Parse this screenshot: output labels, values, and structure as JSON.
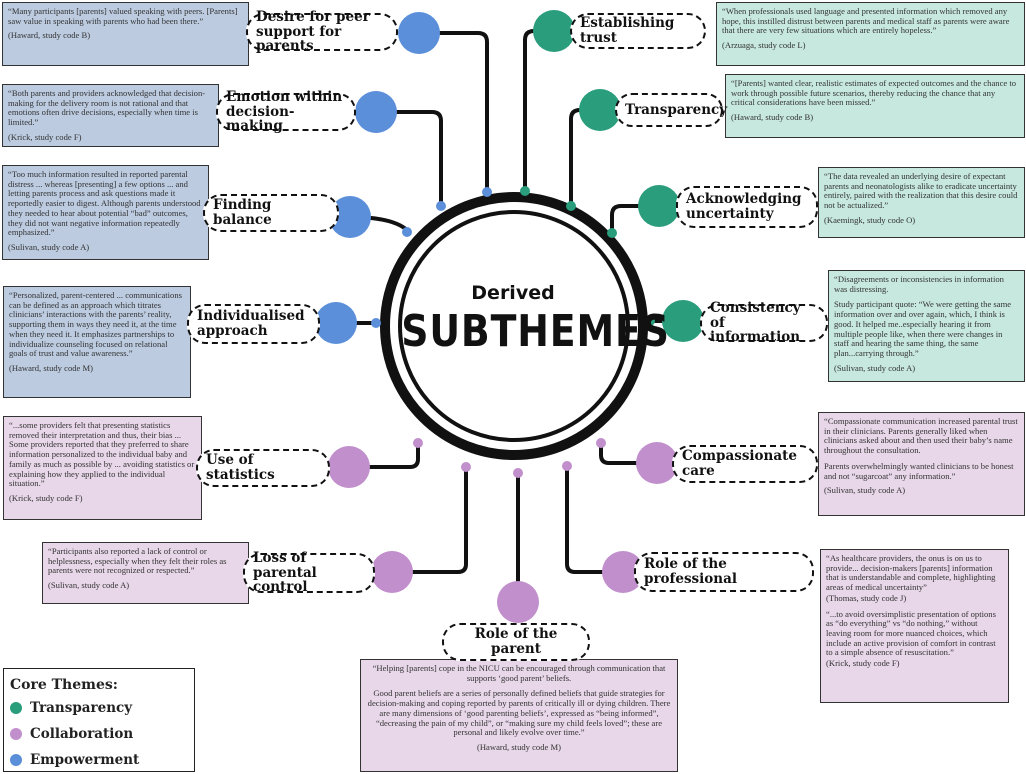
{
  "center": {
    "small": "Derived",
    "big": "SUBTHEMES"
  },
  "colors": {
    "transparency": "#2a9d7c",
    "collaboration": "#c08fcc",
    "empowerment": "#5b8fd9",
    "transparency_box": "#c7e8de",
    "collaboration_box": "#e8d7e9",
    "empowerment_box": "#bccbe0"
  },
  "legend": {
    "title": "Core Themes:",
    "items": [
      {
        "label": "Transparency",
        "color": "#2a9d7c"
      },
      {
        "label": "Collaboration",
        "color": "#c08fcc"
      },
      {
        "label": "Empowerment",
        "color": "#5b8fd9"
      }
    ]
  },
  "subthemes": {
    "peer_support": {
      "label": "Desire for peer support for parents",
      "quote": [
        "“Many participants [parents] valued speaking with peers. [Parents] saw value in speaking with parents who had been there.”"
      ],
      "cite": "(Haward, study code B)"
    },
    "emotion": {
      "label": "Emotion within decision-making",
      "quote": [
        "“Both parents and providers acknowledged that decision-making for the delivery room is not rational and that emotions often drive decisions, especially when time is limited.”"
      ],
      "cite": "(Krick, study code F)"
    },
    "balance": {
      "label": "Finding balance",
      "quote": [
        "“Too much information resulted in reported parental distress ... whereas [presenting] a few options ... and letting parents process and ask questions made it reportedly easier to digest. Although parents understood they needed to hear about potential “bad” outcomes, they did not want negative information repeatedly emphasized.”"
      ],
      "cite": "(Sulivan, study code A)"
    },
    "individualised": {
      "label": "Individualised approach",
      "quote": [
        "“Personalized, parent-centered ... communications can be defined as an approach which titrates clinicians’ interactions with the parents’ reality, supporting them in ways they need it, at the time when they need it. It emphasizes partnerships to individualize counseling focused on relational goals of trust and value awareness.”"
      ],
      "cite": "(Haward, study code M)"
    },
    "statistics": {
      "label": "Use of statistics",
      "quote": [
        "“...some providers felt that presenting statistics removed their interpretation and thus, their bias ... Some providers reported that they preferred to share information personalized to the individual baby and family as much as possible by ... avoiding statistics or explaining how they applied to the individual situation.”"
      ],
      "cite": "(Krick, study code F)"
    },
    "parental_control": {
      "label": "Loss of parental control",
      "quote": [
        "“Participants also reported a lack of control or helplessness, especially when they felt their roles as parents were not recognized or respected.”"
      ],
      "cite": "(Sulivan, study code A)"
    },
    "role_parent": {
      "label": "Role of the parent",
      "quote": [
        "“Helping [parents] cope in the NICU can be encouraged through communication that supports ‘good parent’ beliefs.",
        "Good parent beliefs are a series of personally defined beliefs that guide strategies for decision-making and coping reported by parents of critically ill or dying children. There are many dimensions of ‘good parenting beliefs’, expressed as “being informed”, “decreasing the pain of my child”, or “making sure my child feels loved”; these are personal and likely evolve over time.”"
      ],
      "cite": "(Haward, study code M)"
    },
    "role_professional": {
      "label": "Role of the professional",
      "quote": [
        "“As healthcare providers, the onus is on us to provide... decision-makers [parents] information that is understandable and complete, highlighting areas of medical uncertainty”",
        "(Thomas, study code J)",
        "“...to avoid oversimplistic presentation of options as “do everything” vs “do nothing,” without leaving room for more nuanced choices, which include an active provision of comfort in contrast to a simple absence of resuscitation.”"
      ],
      "cite": "(Krick, study code F)"
    },
    "compassionate": {
      "label": "Compassionate care",
      "quote": [
        "“Compassionate communication increased parental trust in their clinicians. Parents generally liked when clinicians asked about and then used their baby’s name throughout the consultation.",
        "Parents overwhelmingly wanted clinicians to be honest and not “sugarcoat” any information.”"
      ],
      "cite": "(Sulivan, study code A)"
    },
    "consistency": {
      "label": "Consistency of information",
      "quote": [
        "“Disagreements or inconsistencies in information was distressing.",
        "Study participant quote: “We were getting the same information over and over again, which, I think is good. It helped me..especially hearing it from multiple people like, when there were changes in staff and hearing the same thing, the same plan...carrying through.”"
      ],
      "cite": "(Sulivan, study code A)"
    },
    "uncertainty": {
      "label": "Acknowledging uncertainty",
      "quote": [
        "“The data revealed an underlying desire of expectant parents and neonatologists alike to eradicate uncertainty entirely, paired with the realization that this desire could not be actualized.”"
      ],
      "cite": "(Kaemingk, study code O)"
    },
    "transparency": {
      "label": "Transparency",
      "quote": [
        "“[Parents] wanted clear, realistic estimates of expected outcomes and the chance to work through possible future scenarios, thereby reducing the chance that any critical considerations have been missed.”"
      ],
      "cite": "(Haward, study code B)"
    },
    "trust": {
      "label": "Establishing trust",
      "quote": [
        "“When professionals used language and presented information which removed any hope, this instilled distrust between parents and medical staff as parents were aware that there are very few situations which are entirely hopeless.”"
      ],
      "cite": "(Arzuaga, study code L)"
    }
  }
}
